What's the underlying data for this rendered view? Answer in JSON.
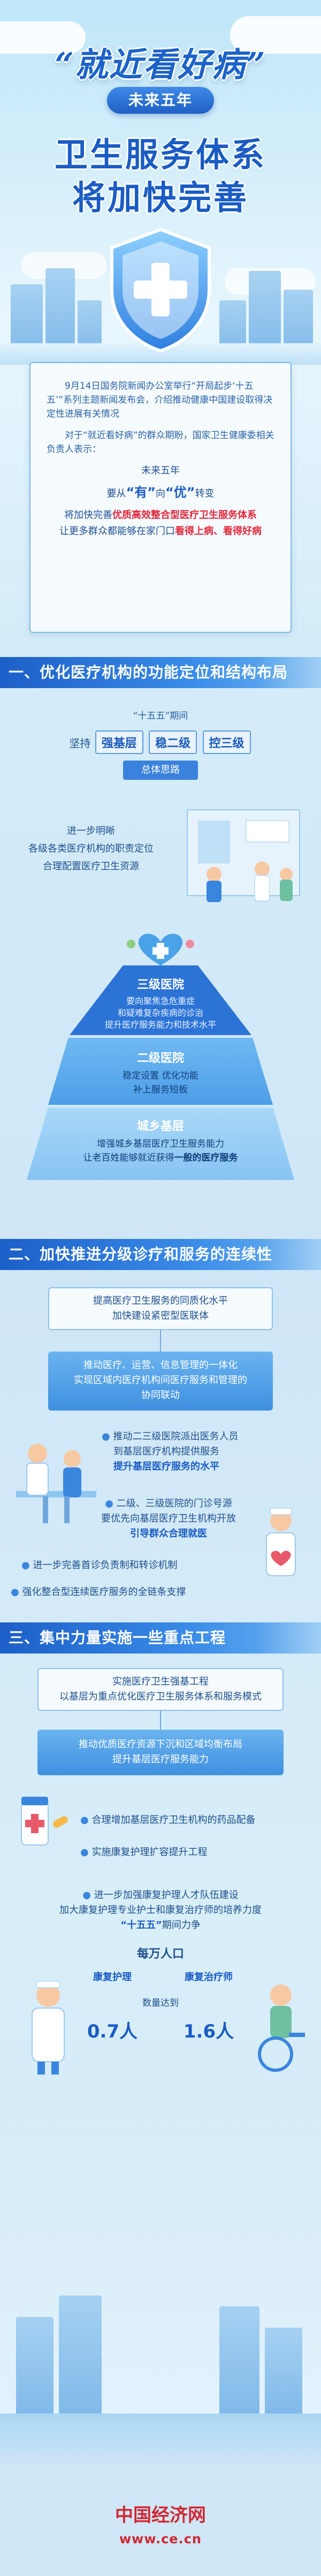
{
  "hero": {
    "quote_title": "“就近看好病”",
    "pill": "未来五年",
    "title_line1": "卫生服务体系",
    "title_line2": "将加快完善"
  },
  "intro": {
    "para1": "9月14日国务院新闻办公室举行“开局起步‘十五五’”系列主题新闻发布会，介绍推动健康中国建设取得决定性进展有关情况",
    "para2": "对于“就近看好病”的群众期盼，国家卫生健康委相关负责人表示：",
    "line_future": "未来五年",
    "line_turn_pre": "要从",
    "line_turn_you": "“有”",
    "line_turn_mid": "向",
    "line_turn_you2": "“优”",
    "line_turn_post": "转变",
    "line_a_pre": "将加快完善",
    "line_a_red": "优质高效整合型医疗卫生服务体系",
    "line_b_pre": "让更多群众都能够在家门口",
    "line_b_red": "看得上病、看得好病"
  },
  "sec1": {
    "title": "一、优化医疗机构的功能定位和结构布局",
    "period": "“十五五”期间",
    "adhere": "坚持",
    "tag1": "强基层",
    "tag2": "稳二级",
    "tag3": "控三级",
    "overall": "总体思路",
    "further": "进一步明晰",
    "duties": "各级各类医疗机构的职责定位",
    "config": "合理配置医疗卫生资源",
    "lvl3_title": "三级医院",
    "lvl3_d1": "要向聚焦急危重症",
    "lvl3_d2": "和疑难复杂疾病的诊治",
    "lvl3_d3": "提升医疗服务能力和技术水平",
    "lvl2_title": "二级医院",
    "lvl2_d1": "稳定设置 优化功能",
    "lvl2_d2": "补上服务短板",
    "lvl1_title": "城乡基层",
    "lvl1_d1": "增强城乡基层医疗卫生服务能力",
    "lvl1_d2_pre": "让老百姓能够就近获得",
    "lvl1_d2_bold": "一般的医疗服务"
  },
  "sec2": {
    "title": "二、加快推进分级诊疗和服务的连续性",
    "top1": "提高医疗卫生服务的同质化水平",
    "top2": "加快建设紧密型医联体",
    "mid1": "推动医疗、运营、信息管理的一体化",
    "mid2": "实现区域内医疗机构间医疗服务和管理的",
    "mid3": "协同联动",
    "b1_1": "推动二三级医院派出医务人员",
    "b1_2": "到基层医疗机构提供服务",
    "b1_3": "提升基层医疗服务的水平",
    "b2_1": "二级、三级医院的门诊号源",
    "b2_2": "要优先向基层医疗卫生机构开放",
    "b2_3": "引导群众合理就医",
    "b3": "进一步完善首诊负责制和转诊机制",
    "b4": "强化整合型连续医疗服务的全链条支撑"
  },
  "sec3": {
    "title": "三、集中力量实施一些重点工程",
    "top1": "实施医疗卫生强基工程",
    "top2": "以基层为重点优化医疗卫生服务体系和服务模式",
    "mid1": "推动优质医疗资源下沉和区域均衡布局",
    "mid2": "提升基层医疗服务能力",
    "b1": "合理增加基层医疗卫生机构的药品配备",
    "b2": "实施康复护理扩容提升工程",
    "b3_1": "进一步加强康复护理人才队伍建设",
    "b3_2": "加大康复护理专业护士和康复治疗师的培养力度",
    "b3_3_pre": "“十五五”",
    "b3_3_post": "期间力争",
    "per_person": "每万人口",
    "col1": "康复护理",
    "col2": "康复治疗师",
    "target": "数量达到",
    "val1": "0.7人",
    "val2": "1.6人"
  },
  "footer": {
    "logo": "中国经济网",
    "url": "www.ce.cn"
  }
}
